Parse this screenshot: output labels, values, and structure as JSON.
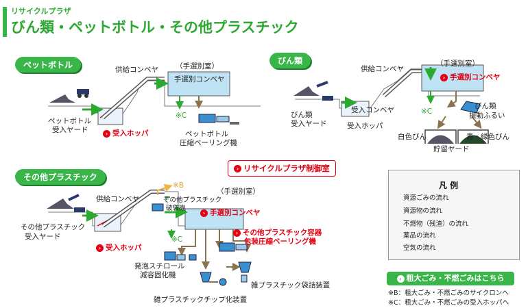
{
  "header": {
    "site_name": "リサイクルプラザ",
    "title": "びん類・ペットボトル・その他プラスチック"
  },
  "pet": {
    "badge": "ペットボトル",
    "supply_conveyor": "供給コンベヤ",
    "sorting_room": "（手選別室）",
    "sorting_conveyor": "手選別コンベヤ",
    "note_c": "※C",
    "receiving_yard_1": "ペットボトル",
    "receiving_yard_2": "受入ヤード",
    "hopper": "受入ホッパ",
    "baler_1": "ペットボトル",
    "baler_2": "圧縮ベーリング機"
  },
  "bin": {
    "badge": "びん類",
    "supply_conveyor": "供給コンベヤ",
    "sorting_room": "（手選別室）",
    "sorting_conveyor": "手選別コンベヤ",
    "receiving_conveyor": "受入コンベヤ",
    "hopper": "受入ホッパ",
    "receiving_yard_1": "びん類",
    "receiving_yard_2": "受入ヤード",
    "note_c": "※C",
    "screen_1": "びん類",
    "screen_2": "振動ふるい",
    "white": "白色びん",
    "bluegreen": "青・緑色びん",
    "storage": "貯留ヤード"
  },
  "plastic": {
    "badge": "その他プラスチック",
    "control_room": "リサイクルプラザ制御室",
    "note_b": "※B",
    "supply_conveyor": "供給コンベヤ",
    "sorting_room": "（手選別室）",
    "bag_breaker_1": "その他プラスチック",
    "bag_breaker_2": "破袋機",
    "sorting_conveyor": "手選別コンベヤ",
    "baler_1": "その他プラスチック容器",
    "baler_2": "包装圧縮ベーリング機",
    "receiving_yard_1": "その他プラスチック",
    "receiving_yard_2": "受入ヤード",
    "hopper": "受入ホッパ",
    "note_c": "※C",
    "foam_1": "発泡スチロール",
    "foam_2": "減容固化機",
    "bagging": "雑プラスチック袋詰装置",
    "chipper": "雑プラスチックチップ化装置"
  },
  "legend": {
    "title": "凡 例",
    "items": [
      {
        "label": "資源ごみの流れ",
        "color": "#2da832"
      },
      {
        "label": "資源物の流れ",
        "color": "#8c7350"
      },
      {
        "label": "不燃物（残渣）の流れ",
        "color": "#9b6b55"
      },
      {
        "label": "薬品の流れ",
        "color": "#8fb3d9"
      },
      {
        "label": "空気の流れ",
        "color": "#f0b54a"
      }
    ]
  },
  "footer": {
    "button": "粗大ごみ・不燃ごみはこちら",
    "note_b": "※B：粗大ごみ・不燃ごみのサイクロンへ",
    "note_c": "※C：粗大ごみ・不燃ごみの受入ホッパへ"
  }
}
